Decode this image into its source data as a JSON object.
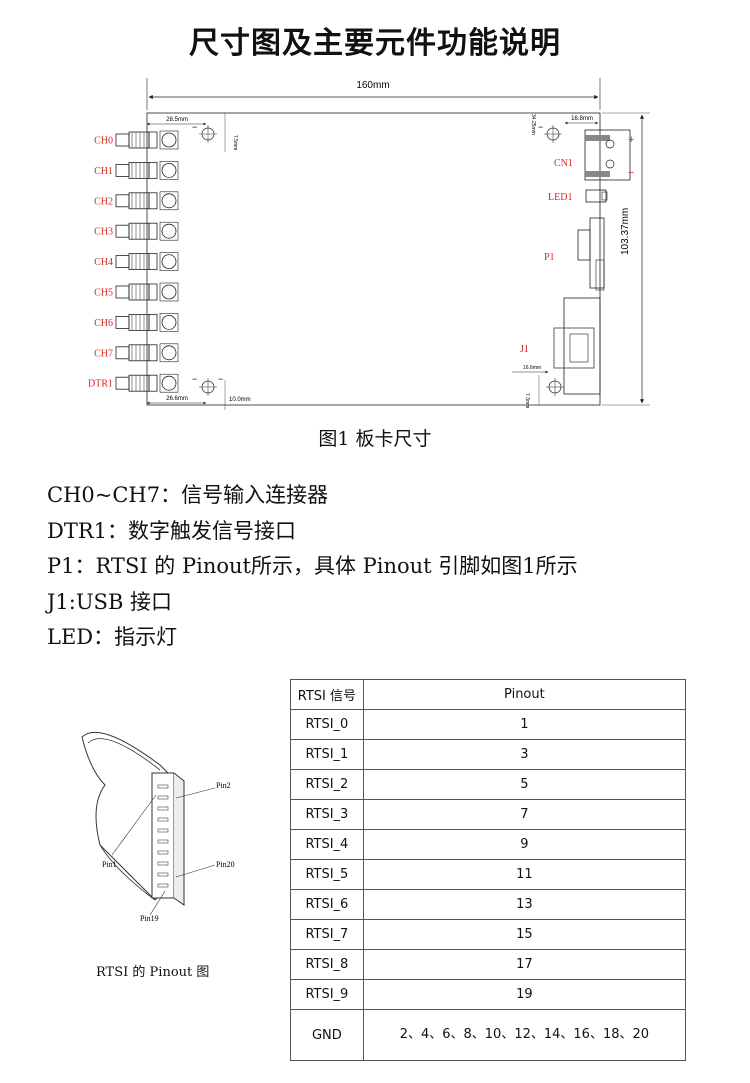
{
  "title": "尺寸图及主要元件功能说明",
  "board": {
    "dims": {
      "width": "160mm",
      "height": "103.37mm",
      "left_offset": "28.5mm",
      "top_hole": "7.5mm",
      "right_offset": "16.8mm",
      "right_top": "34.25mm",
      "bottom_left": "26.6mm",
      "bottom_hole": "10.0mm",
      "usb_offset": "16.6mm",
      "usb_bottom": "7.3mm"
    },
    "channels": [
      "CH0",
      "CH1",
      "CH2",
      "CH3",
      "CH4",
      "CH5",
      "CH6",
      "CH7",
      "DTR1"
    ],
    "labels": {
      "cn1": "CN1",
      "led1": "LED1",
      "p1": "P1",
      "j1": "J1",
      "plus": "+",
      "minus": "−"
    },
    "colors": {
      "label_red": "#d9261c",
      "line": "#222222"
    }
  },
  "figure_caption": "图1  板卡尺寸",
  "descriptions": [
    "CH0~CH7：信号输入连接器",
    "DTR1：数字触发信号接口",
    "P1：RTSI 的 Pinout所示，具体 Pinout 引脚如图1所示",
    "J1:USB 接口",
    "LED：指示灯"
  ],
  "connector": {
    "caption": "RTSI 的 Pinout 图",
    "labels": {
      "pin2": "Pin2",
      "pin1": "Pin1",
      "pin20": "Pin20",
      "pin19": "Pin19"
    }
  },
  "table": {
    "headers": [
      "RTSI 信号",
      "Pinout"
    ],
    "rows": [
      [
        "RTSI_0",
        "1"
      ],
      [
        "RTSI_1",
        "3"
      ],
      [
        "RTSI_2",
        "5"
      ],
      [
        "RTSI_3",
        "7"
      ],
      [
        "RTSI_4",
        "9"
      ],
      [
        "RTSI_5",
        "11"
      ],
      [
        "RTSI_6",
        "13"
      ],
      [
        "RTSI_7",
        "15"
      ],
      [
        "RTSI_8",
        "17"
      ],
      [
        "RTSI_9",
        "19"
      ]
    ],
    "gnd_label": "GND",
    "gnd_value": "2、4、6、8、10、12、14、16、18、20"
  }
}
